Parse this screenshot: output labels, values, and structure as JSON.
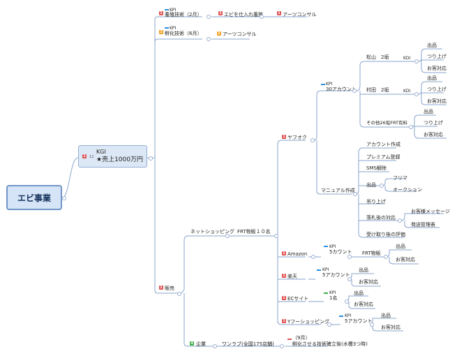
{
  "root": {
    "label": "エビ事業"
  },
  "kgi": {
    "label": "KGI",
    "target": "★売上1000万円",
    "count": "12"
  },
  "branch1": {
    "kpi": "KPI",
    "label": "養殖技術（2月）",
    "child": "エビを仕入れ養殖",
    "grandchild": "アーツコンサル"
  },
  "branch2": {
    "kpi": "KPI",
    "label": "孵化技術（6月）",
    "child": "アーツコンサル"
  },
  "sales": {
    "label": "販売"
  },
  "net": {
    "label": "ネットショッピング",
    "child": "FRT物販１０名"
  },
  "yahuoku": {
    "label": "ヤフオク",
    "kpi": {
      "k": "KPI",
      "v": "30アカウント"
    },
    "matsuyama": "松山　2垢",
    "muramata": "村田　2垢",
    "others": "その他26垢FRT有料",
    "kdi": "KDI",
    "items": {
      "shuppin": "出品",
      "tsuriage": "つり上げ",
      "taiou": "お客対応"
    },
    "manual": {
      "label": "マニュアル作成",
      "items": {
        "account": "アカウント作成",
        "premium": "プレミアム登録",
        "sms": "SMS解除",
        "shuppin": "出品",
        "frima": "フリマ",
        "auction": "オークション",
        "tsuriage": "吊り上げ",
        "rakusatsu": "落札後の対応",
        "msg": "お客様メッセージ",
        "hassou": "発送管理表",
        "uketori": "受け取り後の評価"
      }
    }
  },
  "amazon": {
    "label": "Amazon",
    "kpi": "KPI",
    "kv": "5カウント",
    "child": "FRT物販",
    "items": {
      "shuppin": "出品",
      "taiou": "お客対応"
    }
  },
  "rakuten": {
    "label": "楽天",
    "kpi": "KPI",
    "kv": "5アカウント",
    "items": {
      "shuppin": "出品",
      "taiou": "お客対応"
    }
  },
  "ec": {
    "label": "ECサイト",
    "kpi": "KPI",
    "kv": "1名",
    "items": {
      "shuppin": "出品",
      "taiou": "お客対応"
    }
  },
  "yshop": {
    "label": "Yフーショッピング",
    "kpi": "KPI",
    "kv": "5アカウント",
    "items": {
      "shuppin": "出品",
      "taiou": "お客対応"
    }
  },
  "corp": {
    "label": "企業",
    "child": "ワンラブ(全国175店舗)",
    "month": "（9月）",
    "goal": "孵化させる技術確立後(水槽3つ時)"
  },
  "colors": {
    "line": "#8aa4cc",
    "accent": "#6f95c8"
  }
}
